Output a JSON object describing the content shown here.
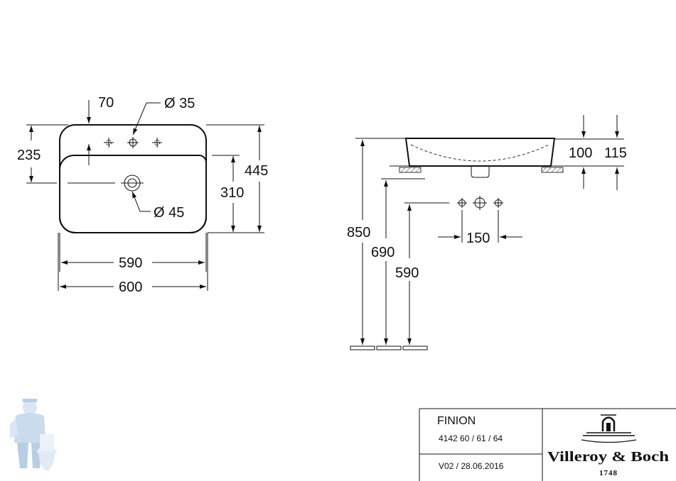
{
  "top_view": {
    "dims": {
      "d70": "70",
      "d35": "Ø 35",
      "d235": "235",
      "d445": "445",
      "d310": "310",
      "d45": "Ø 45",
      "d590": "590",
      "d600": "600"
    }
  },
  "side_view": {
    "dims": {
      "d100": "100",
      "d115": "115",
      "d850": "850",
      "d690": "690",
      "d590": "590",
      "d150": "150"
    }
  },
  "title_block": {
    "product": "FINION",
    "article_numbers": "4142 60 / 61 / 64",
    "version": "V02 / 28.06.2016",
    "brand": "Villeroy & Boch",
    "brand_year": "1748"
  },
  "icons": {
    "mascot": "plumber-mascot-icon",
    "brand_logo": "villeroy-boch-logo-icon"
  }
}
